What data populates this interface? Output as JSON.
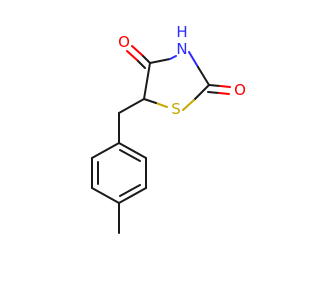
{
  "molecule": {
    "atoms": {
      "o_top": {
        "symbol": "O",
        "color": "#ff0000"
      },
      "o_right": {
        "symbol": "O",
        "color": "#ff0000"
      },
      "n": {
        "symbol": "N",
        "color": "#2b2bff"
      },
      "h": {
        "symbol": "H",
        "color": "#2b2bff"
      },
      "s": {
        "symbol": "S",
        "color": "#c8a800"
      }
    },
    "colors": {
      "bond": "#1a1a1a",
      "oxygen": "#ff0000",
      "nitrogen": "#2b2bff",
      "sulfur": "#c8a800",
      "background": "#ffffff"
    }
  }
}
